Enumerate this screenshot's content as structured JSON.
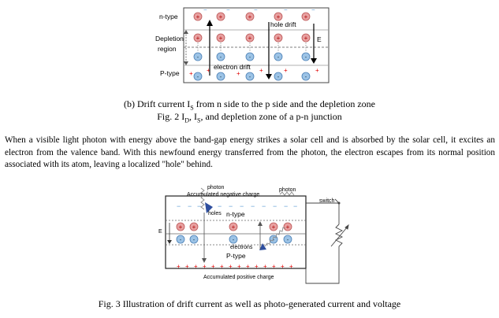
{
  "figure2": {
    "labels": {
      "n_type": "n-type",
      "depletion": "Depletion",
      "region": "region",
      "p_type": "P-type",
      "hole_drift": "hole drift",
      "electron_drift": "electron drift",
      "field": "E"
    },
    "subcaption_prefix": "(b) Drift current I",
    "subcaption_sub": "S",
    "subcaption_suffix": " from n side to the p side and the depletion zone",
    "caption_prefix": "Fig. 2 I",
    "caption_sub1": "D",
    "caption_mid": ", I",
    "caption_sub2": "S",
    "caption_suffix": ", and depletion zone of a p-n junction"
  },
  "paragraph": "When a visible light photon with energy above the band-gap energy strikes a solar cell and is absorbed by the solar cell, it excites an electron from the valence band. With this newfound energy transferred from the photon, the electron escapes from its normal position associated with its atom, leaving a localized \"hole\" behind.",
  "figure3": {
    "labels": {
      "photon_left": "photon",
      "photon_right": "photon",
      "accum_negative": "Accumulated negative charge",
      "holes": "holes",
      "n_type": "n-type",
      "electrons": "electrons",
      "p_type": "P-type",
      "accum_positive": "Accumulated positive charge",
      "switch": "switch",
      "field": "E"
    },
    "caption": "Fig. 3 Illustration of drift current as well as photo-generated current and voltage"
  },
  "colors": {
    "positive_ion": "#e8a0a0",
    "negative_ion": "#9cc3e6",
    "plus_sign": "#e00000",
    "minus_sign": "#5b9bd5",
    "photon_marker": "#2e4e9e"
  }
}
